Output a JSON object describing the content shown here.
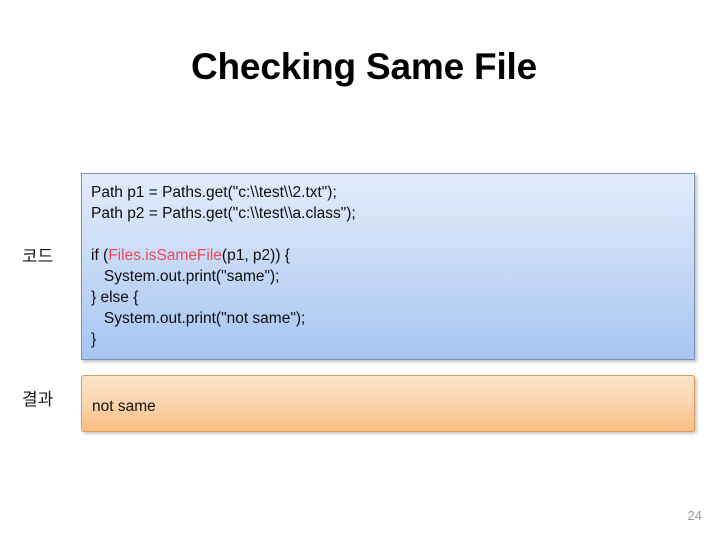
{
  "slide": {
    "title": "Checking Same File",
    "page_number": "24",
    "labels": {
      "code": "코드",
      "result": "결과"
    },
    "code_block": {
      "lines": [
        {
          "type": "plain",
          "text": "Path p1 = Paths.get(\"c:\\\\test\\\\2.txt\");"
        },
        {
          "type": "plain",
          "text": "Path p2 = Paths.get(\"c:\\\\test\\\\a.class\");"
        },
        {
          "type": "blank",
          "text": ""
        },
        {
          "type": "highlight",
          "before": "if (",
          "highlight": "Files.isSameFile",
          "after": "(p1, p2)) {"
        },
        {
          "type": "plain",
          "text": "   System.out.print(\"same\");"
        },
        {
          "type": "plain",
          "text": "} else {"
        },
        {
          "type": "plain",
          "text": "   System.out.print(\"not same\");"
        },
        {
          "type": "plain",
          "text": "}"
        }
      ]
    },
    "result_block": {
      "output": "not same"
    },
    "colors": {
      "highlight_red": "#ef4a55",
      "code_bg_top": "#e2ecfb",
      "code_bg_bottom": "#a5c5f2",
      "code_border": "#7a95b5",
      "result_bg_top": "#fde4cc",
      "result_bg_bottom": "#f9bd80",
      "result_border": "#d99b5f",
      "page_number_color": "#9a9a9a"
    }
  }
}
